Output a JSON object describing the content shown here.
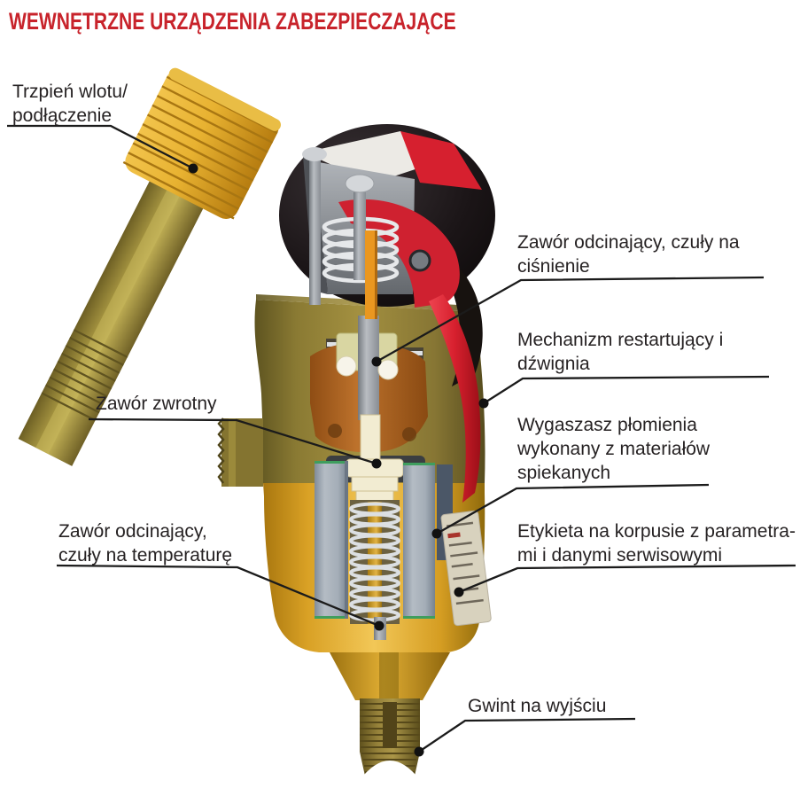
{
  "title": "WEWNĘTRZNE URZĄDZENIA ZABEZPIECZAJĄCE",
  "colors": {
    "title_red": "#c8232b",
    "label_text": "#262223",
    "leader_line": "#1b1b1b",
    "brass_gold": "#e8b431",
    "body_olive": "#8a7a33",
    "lever_red": "#d7202e",
    "filter_gray": "#a4adb7",
    "copper": "#bd722c"
  },
  "labels": {
    "inlet": {
      "lines": [
        "Trzpień wlotu/",
        "podłączenie"
      ]
    },
    "pressure_valve": {
      "lines": [
        "Zawór odcinający, czuły na",
        "ciśnienie"
      ]
    },
    "restart": {
      "lines": [
        "Mechanizm restartujący i",
        "dźwignia"
      ]
    },
    "flame_arrestor": {
      "lines": [
        "Wygaszasz płomienia",
        "wykonany z materiałów",
        "spiekanych"
      ]
    },
    "body_label": {
      "lines": [
        "Etykieta na korpusie z parametra-",
        "mi i danymi serwisowymi"
      ]
    },
    "check_valve": {
      "lines": [
        "Zawór zwrotny"
      ]
    },
    "temp_valve": {
      "lines": [
        "Zawór odcinający,",
        "czuły na temperaturę"
      ]
    },
    "outlet": {
      "lines": [
        "Gwint na wyjściu"
      ]
    }
  }
}
